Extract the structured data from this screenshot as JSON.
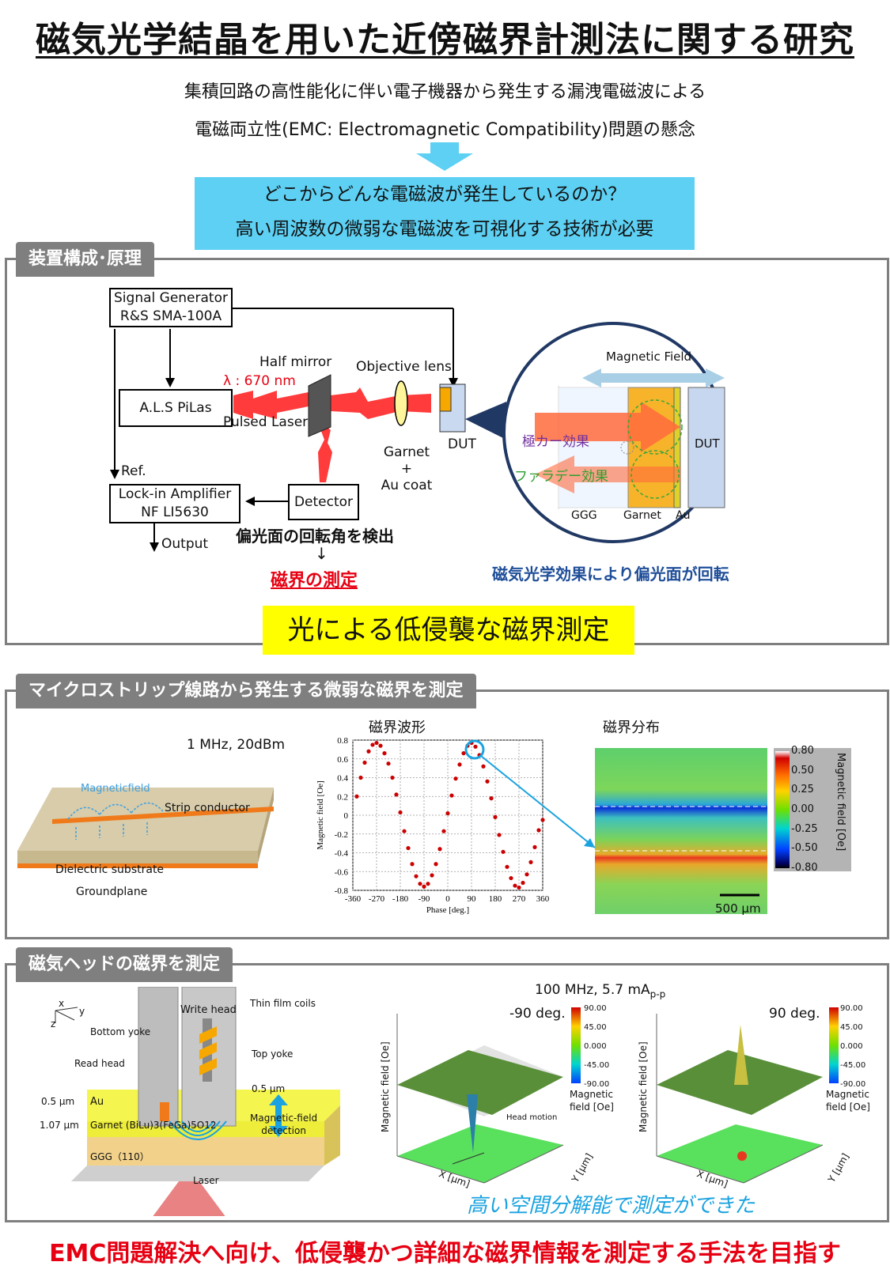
{
  "title": "磁気光学結晶を用いた近傍磁界計測法に関する研究",
  "intro": {
    "line1": "集積回路の高性能化に伴い電子機器から発生する漏洩電磁波による",
    "line2": "電磁両立性(EMC: Electromagnetic Compatibility)問題の懸念",
    "box_line1": "どこからどんな電磁波が発生しているのか？",
    "box_line2": "高い周波数の微弱な電磁波を可視化する技術が必要"
  },
  "section1": {
    "tab": "装置構成･原理",
    "signal_generator_1": "Signal Generator",
    "signal_generator_2": "R&S SMA-100A",
    "laser_box": "A.L.S PiLas",
    "wavelength": "λ : 670 nm",
    "pulsed_laser": "Pulsed Laser",
    "half_mirror": "Half mirror",
    "objective_lens": "Objective lens",
    "dut": "DUT",
    "garnet_1": "Garnet",
    "garnet_2": "+",
    "garnet_3": "Au coat",
    "ref": "Ref.",
    "lockin_1": "Lock-in Amplifier",
    "lockin_2": "NF LI5630",
    "detector": "Detector",
    "output": "Output",
    "detect_text": "偏光面の回転角を検出",
    "arrow_down": "↓",
    "measure": "磁界の測定",
    "inset_field": "Magnetic Field",
    "inset_kerr": "極カー効果",
    "inset_faraday": "ファラデー効果",
    "inset_dut": "DUT",
    "inset_ggg": "GGG",
    "inset_garnet": "Garnet",
    "inset_au": "Au",
    "inset_caption": "磁気光学効果により偏光面が回転",
    "yellow": "光による低侵襲な磁界測定"
  },
  "section2": {
    "tab": "マイクロストリップ線路から発生する微弱な磁界を測定",
    "condition": "1 MHz, 20dBm",
    "magnetic_field": "Magneticfield",
    "strip": "Strip conductor",
    "dielectric": "Dielectric substrate",
    "ground": "Groundplane",
    "wave_title": "磁界波形",
    "dist_title": "磁界分布",
    "scale": "500 µm",
    "colorbar_label": "Magnetic field [Oe]",
    "colorbar_ticks": [
      "0.80",
      "0.50",
      "0.25",
      "0.00",
      "-0.25",
      "-0.50",
      "-0.80"
    ]
  },
  "chart_data": {
    "type": "scatter",
    "title": "磁界波形",
    "xlabel": "Phase [deg.]",
    "ylabel": "Magnetic field [Oe]",
    "xlim": [
      -360,
      360
    ],
    "ylim": [
      -0.8,
      0.8
    ],
    "xticks": [
      -360,
      -270,
      -180,
      -90,
      0,
      90,
      180,
      270,
      360
    ],
    "xtick_labels": [
      "-360",
      "-270",
      "-180",
      "-90",
      "0",
      "90",
      "180",
      "270",
      "360"
    ],
    "yticks": [
      0.8,
      0.6,
      0.4,
      0.2,
      0,
      -0.2,
      -0.4,
      -0.6,
      -0.8
    ],
    "ytick_labels": [
      "0.8",
      "0.6",
      "0.4",
      "0.2",
      "0",
      "-0.2",
      "-0.4",
      "-0.6",
      "-0.8"
    ],
    "grid": true,
    "series": [
      {
        "color": "#cc0000",
        "x": [
          -345,
          -330,
          -315,
          -300,
          -285,
          -270,
          -255,
          -240,
          -225,
          -210,
          -195,
          -180,
          -165,
          -150,
          -135,
          -120,
          -105,
          -90,
          -75,
          -60,
          -45,
          -30,
          -15,
          0,
          15,
          30,
          45,
          60,
          75,
          90,
          105,
          120,
          135,
          150,
          165,
          180,
          195,
          210,
          225,
          240,
          255,
          270,
          285,
          300,
          315,
          330,
          345,
          360
        ],
        "y": [
          0.2,
          0.4,
          0.56,
          0.68,
          0.75,
          0.77,
          0.74,
          0.66,
          0.55,
          0.4,
          0.22,
          0.03,
          -0.17,
          -0.35,
          -0.52,
          -0.65,
          -0.73,
          -0.76,
          -0.73,
          -0.64,
          -0.52,
          -0.36,
          -0.17,
          0.02,
          0.21,
          0.39,
          0.54,
          0.66,
          0.74,
          0.77,
          0.73,
          0.64,
          0.52,
          0.36,
          0.18,
          -0.02,
          -0.21,
          -0.39,
          -0.55,
          -0.67,
          -0.75,
          -0.77,
          -0.72,
          -0.63,
          -0.5,
          -0.34,
          -0.16,
          -0.05
        ]
      }
    ]
  },
  "section3": {
    "tab": "磁気ヘッドの磁界を測定",
    "axis_x": "x",
    "axis_y": "y",
    "axis_z": "z",
    "write_head": "Write head",
    "thin_film": "Thin film coils",
    "bottom_yoke": "Bottom yoke",
    "top_yoke": "Top yoke",
    "read_head": "Read head",
    "au": "Au",
    "thick1": "0.5 µm",
    "thick2": "1.07 µm",
    "thick3": "0.5 µm",
    "garnet_layer": "Garnet (BiLu)3(FeGa)5O12",
    "ggg": "GGG（110）",
    "detection_1": "Magnetic-field",
    "detection_2": "detection",
    "laser": "Laser",
    "condition": "100 MHz, 5.7 mA",
    "condition_sub": "p-p",
    "plot1_label": "-90 deg.",
    "plot2_label": "90 deg.",
    "zlabel": "Magnetic field [Oe]",
    "xlabel": "X [µm]",
    "ylabel": "Y [µm]",
    "head_motion": "Head motion",
    "cb_ticks": [
      "90.00",
      "45.00",
      "0.000",
      "-45.00",
      "-90.00"
    ],
    "cb_label_1": "Magnetic",
    "cb_label_2": "field [Oe]",
    "caption": "高い空間分解能で測定ができた"
  },
  "footer": "EMC問題解決へ向け、低侵襲かつ詳細な磁界情報を測定する手法を目指す"
}
